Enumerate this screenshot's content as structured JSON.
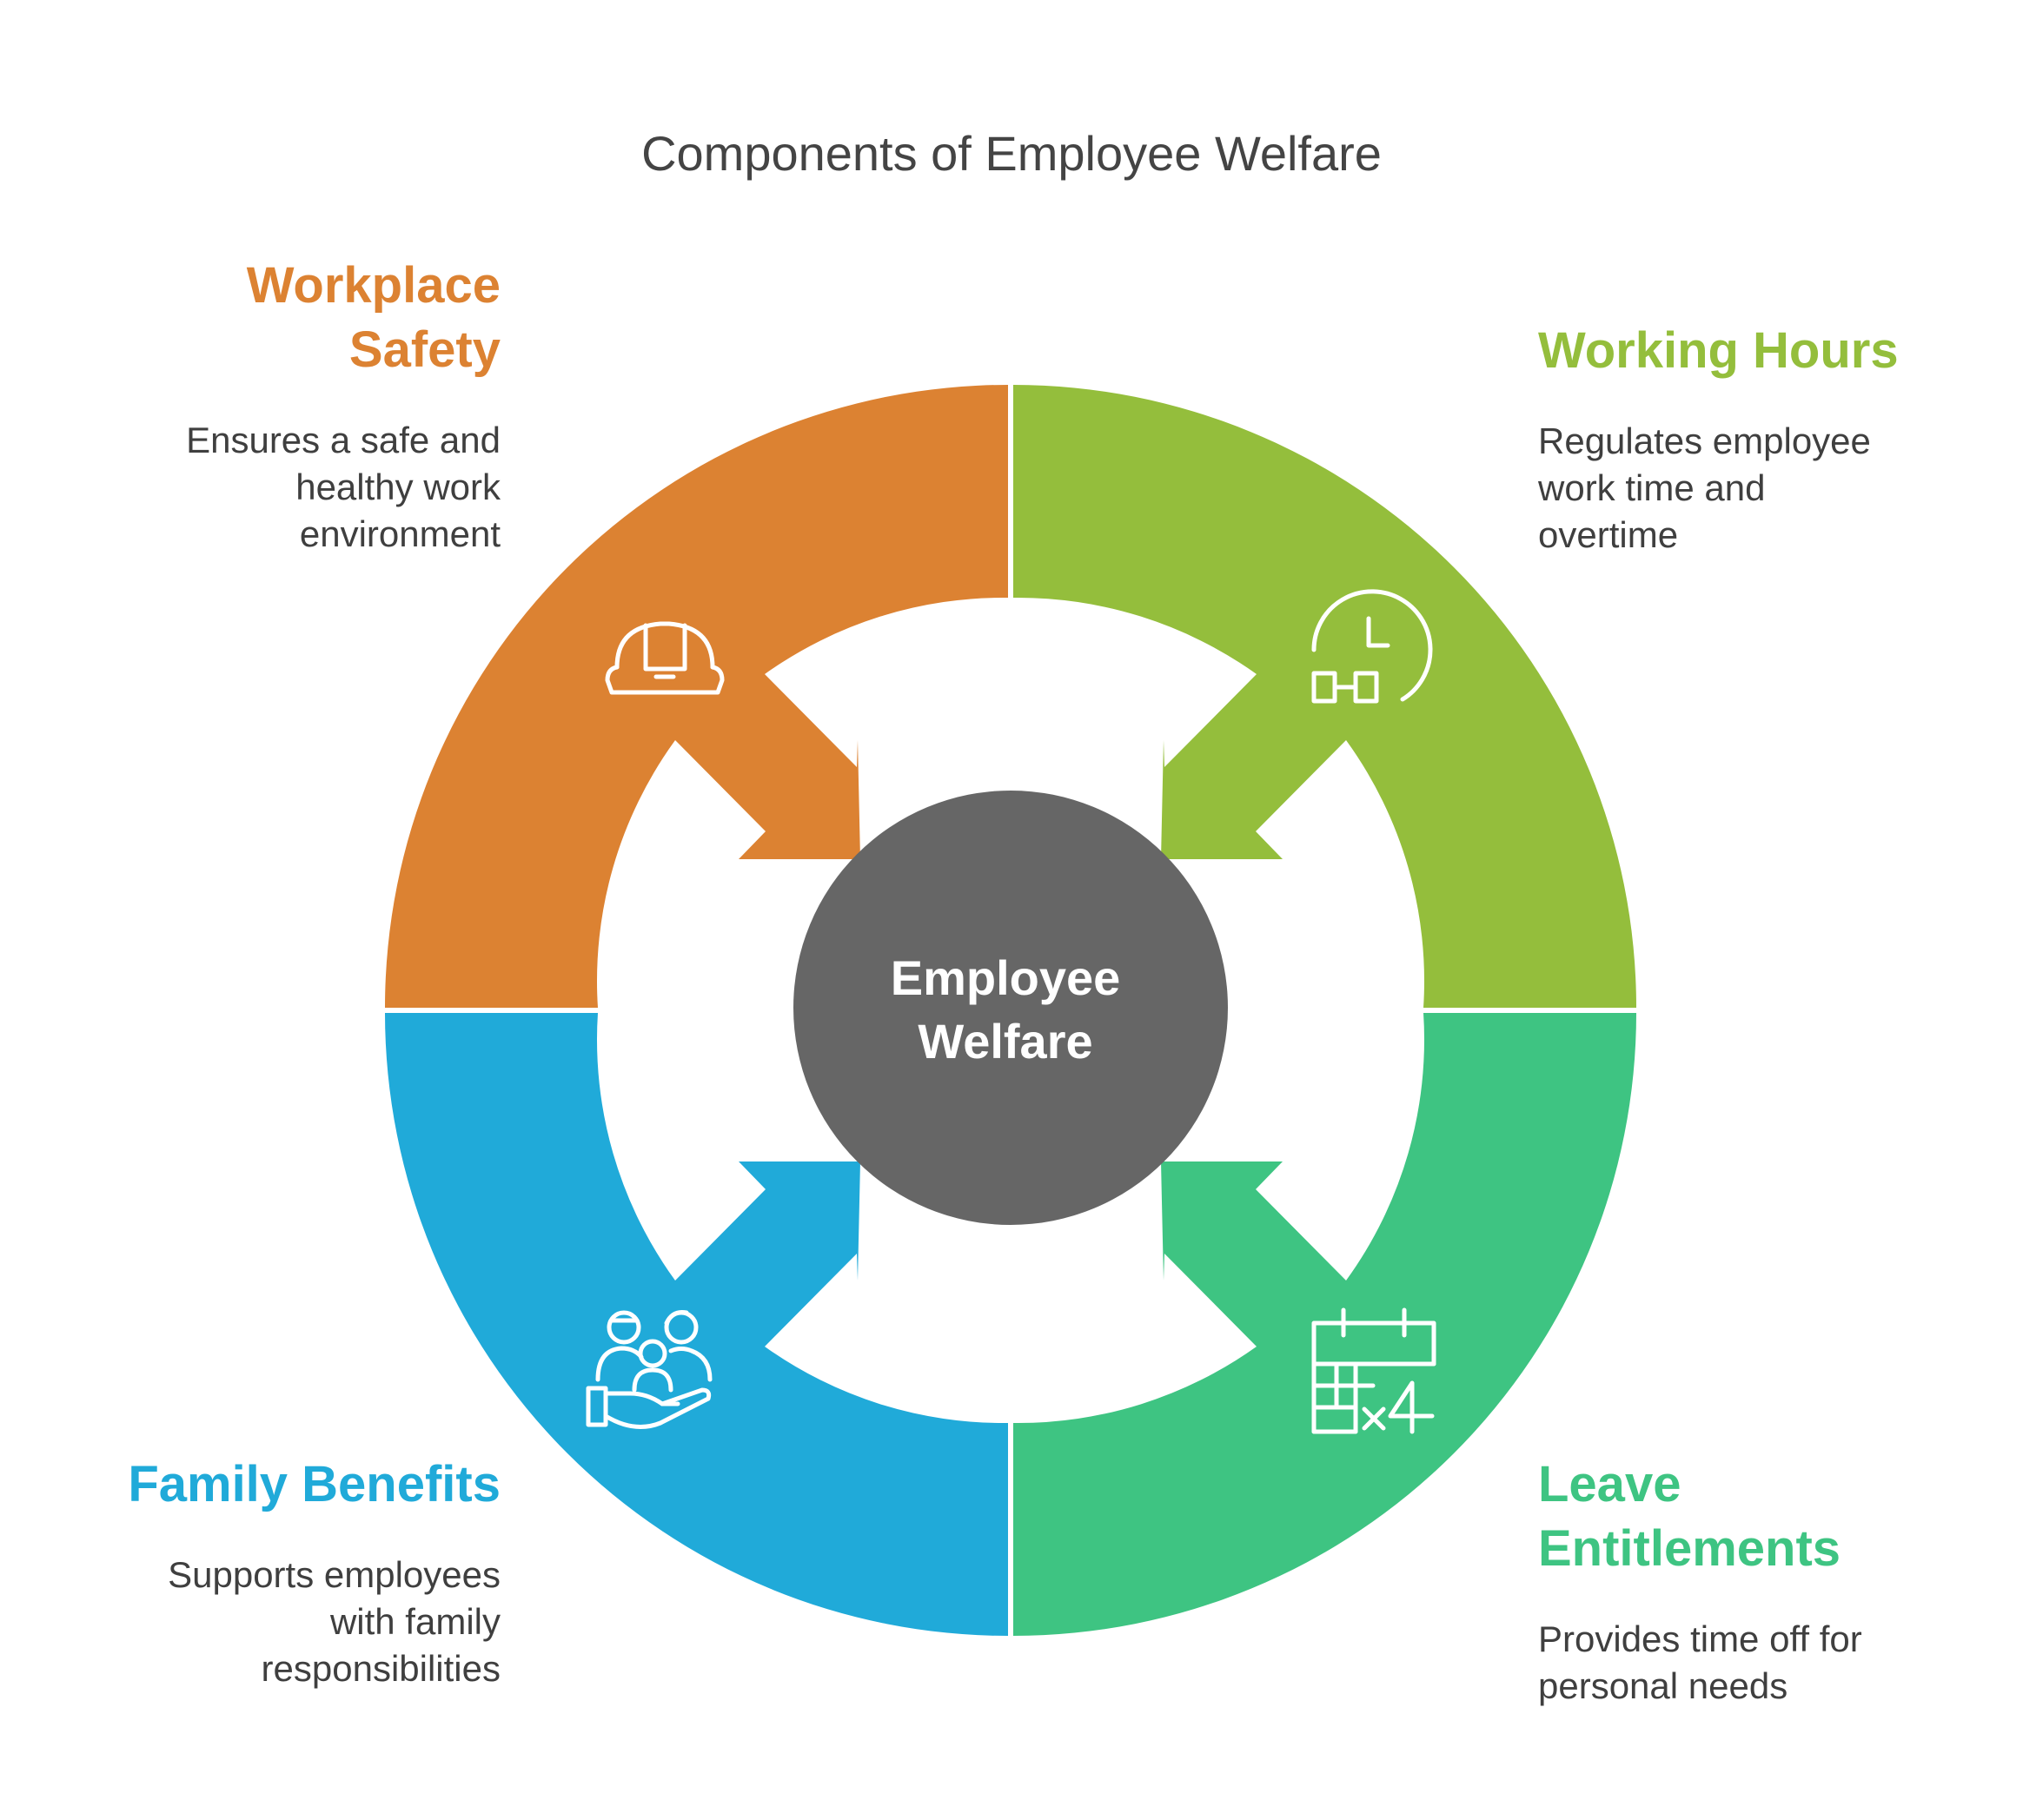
{
  "title": "Components of Employee Welfare",
  "center": {
    "line1": "Employee",
    "line2": "Welfare",
    "color": "#666666"
  },
  "segments": [
    {
      "id": "workplace-safety",
      "heading": "Workplace Safety",
      "heading_lines": [
        "Workplace",
        "Safety"
      ],
      "description": [
        "Ensures a safe and",
        "healthy work",
        "environment"
      ],
      "color": "#DC8232",
      "icon": "hard-hat-icon"
    },
    {
      "id": "working-hours",
      "heading": "Working Hours",
      "heading_lines": [
        "Working Hours"
      ],
      "description": [
        "Regulates employee",
        "work time and",
        "overtime"
      ],
      "color": "#94BE3C",
      "icon": "clock-shift-icon"
    },
    {
      "id": "leave-entitlements",
      "heading": "Leave Entitlements",
      "heading_lines": [
        "Leave",
        "Entitlements"
      ],
      "description": [
        "Provides time off for",
        "personal needs"
      ],
      "color": "#3EC482",
      "icon": "calendar-times-four-icon",
      "icon_text": "×4"
    },
    {
      "id": "family-benefits",
      "heading": "Family Benefits",
      "heading_lines": [
        "Family Benefits"
      ],
      "description": [
        "Supports employees",
        "with family",
        "responsibilities"
      ],
      "color": "#20AAD9",
      "icon": "family-hand-icon"
    }
  ]
}
